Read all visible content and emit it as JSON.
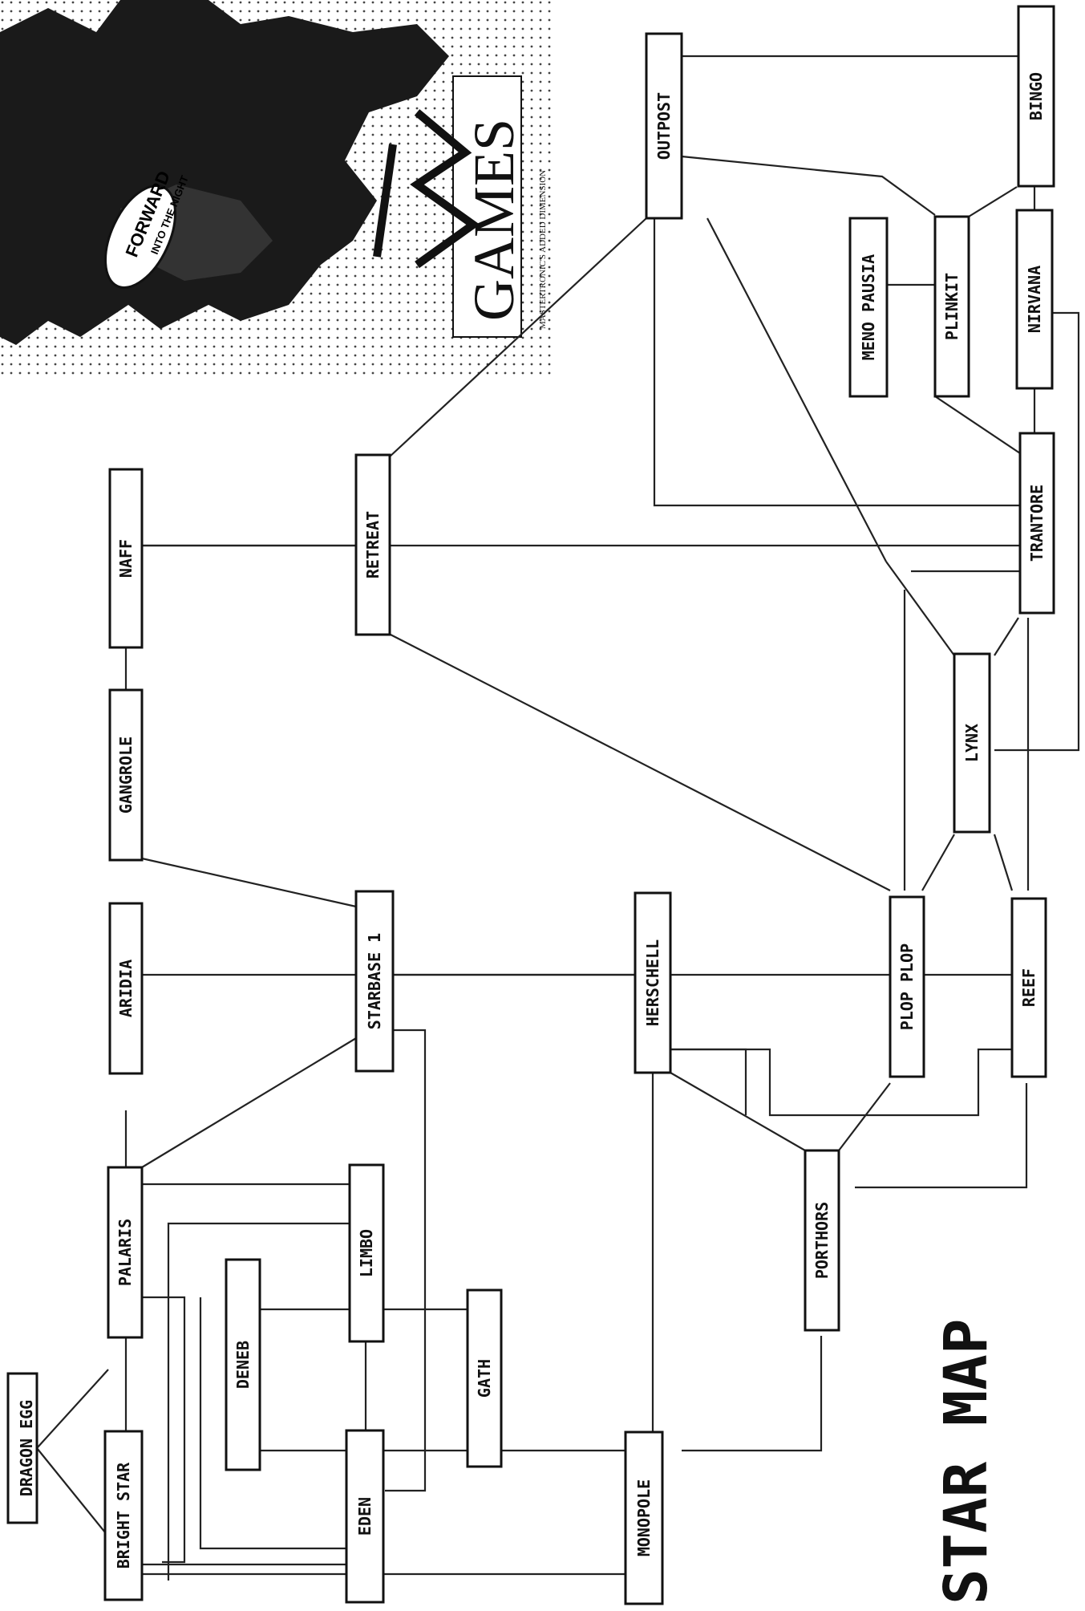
{
  "diagram": {
    "title": "STAR MAP",
    "nodes": {
      "dragon_egg": "DRAGON EGG",
      "bright_star": "BRIGHT STAR",
      "palaris": "PALARIS",
      "aridia": "ARIDIA",
      "gangrole": "GANGROLE",
      "naff": "NAFF",
      "deneb": "DENEB",
      "eden": "EDEN",
      "limbo": "LIMBO",
      "gath": "GATH",
      "starbase1": "STARBASE 1",
      "retreat": "RETREAT",
      "monopole": "MONOPOLE",
      "herschell": "HERSCHELL",
      "porthors": "PORTHORS",
      "plop_plop": "PLOP PLOP",
      "reef": "REEF",
      "lynx": "LYNX",
      "trantore": "TRANTORE",
      "outpost": "OUTPOST",
      "meno_pausia": "MENO PAUSIA",
      "plinkit": "PLINKIT",
      "nirvana": "NIRVANA",
      "bingo": "BINGO"
    }
  },
  "advert": {
    "speech_bubble": [
      "FORWARD",
      "INTO THE NIGHT"
    ],
    "brand": "GAMES",
    "tagline": "MASTERTRONIC'S ADDED DIMENSION"
  },
  "colors": {
    "ink": "#111111",
    "paper": "#ffffff"
  }
}
